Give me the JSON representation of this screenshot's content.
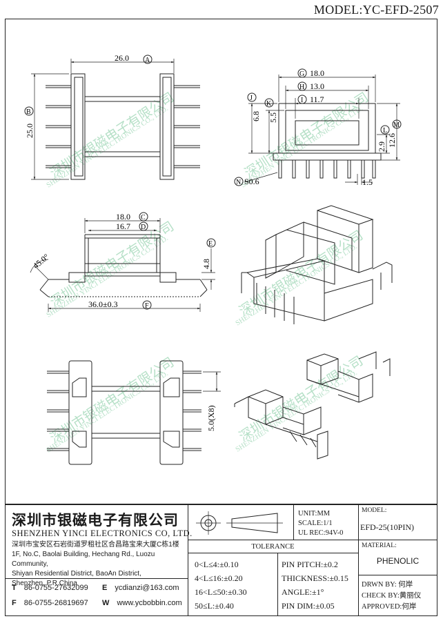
{
  "header": {
    "model_title": "MODEL:YC-EFD-2507"
  },
  "views": {
    "top_left": {
      "dim_width": "26.0",
      "tag_width": "A",
      "dim_height": "25.0",
      "tag_height": "B"
    },
    "top_right": {
      "dim_g": "18.0",
      "tag_g": "G",
      "dim_h": "13.0",
      "tag_h": "H",
      "dim_i": "11.7",
      "tag_i": "I",
      "dim_j": "6.8",
      "tag_j": "J",
      "dim_k": "5.5",
      "tag_k": "K",
      "dim_l": "2.9",
      "tag_l": "L",
      "dim_m": "12.6",
      "tag_m": "M",
      "dim_n": "S0.6",
      "tag_n": "N",
      "dim_pitch": "1.5"
    },
    "mid_left": {
      "dim_c": "18.0",
      "tag_c": "C",
      "dim_d": "16.7",
      "tag_d": "D",
      "angle": "45.0°",
      "dim_e": "4.8",
      "tag_e": "E",
      "dim_f": "36.0±0.3",
      "tag_f": "F"
    },
    "bottom_left": {
      "dim_pitch": "5.0(X8)"
    }
  },
  "watermark": {
    "cn": "深圳市银磁电子有限公司",
    "en": "SHENZHEN YINCI ELECTRONICS CO., LTD."
  },
  "title_block": {
    "company_cn": "深圳市银磁电子有限公司",
    "company_en": "SHENZHEN YINCI ELECTRONICS CO, LTD.",
    "address_cn": "深圳市宝安区石岩街道罗租社区合昌路宝来大厦C栋1楼",
    "address_en_1": "1F, No.C, Baolai Building, Hechang Rd., Luozu Community,",
    "address_en_2": "Shiyan Residential District, BaoAn District,",
    "address_en_3": "Shenzhen, P.R.China",
    "tel_label": "T",
    "tel": "86-0755-27632099",
    "fax_label": "F",
    "fax": "86-0755-26819697",
    "email_label": "E",
    "email": "ycdianzi@163.com",
    "web_label": "W",
    "web": "www.ycbobbin.com",
    "unit": "UNIT:MM",
    "scale": "SCALE:1/1",
    "ul_rec": "UL REC:94V-0",
    "tolerance_title": "TOLERANCE",
    "tol_1": "0<L≤4:±0.10",
    "tol_2": "4<L≤16:±0.20",
    "tol_3": "16<L≤50:±0.30",
    "tol_4": "50≤L:±0.40",
    "pin_pitch": "PIN PITCH:±0.2",
    "thickness": "THICKNESS:±0.15",
    "angle": "ANGLE:±1°",
    "pin_dim": "PIN DIM:±0.05",
    "model_label": "MODEL:",
    "model_value": "EFD-25(10PIN)",
    "material_label": "MATERIAL:",
    "material_value": "PHENOLIC",
    "drawn_by": "DRWN BY: 何岸",
    "check_by": "CHECK BY:黄丽仪",
    "approved": "APPROVED:何岸"
  }
}
